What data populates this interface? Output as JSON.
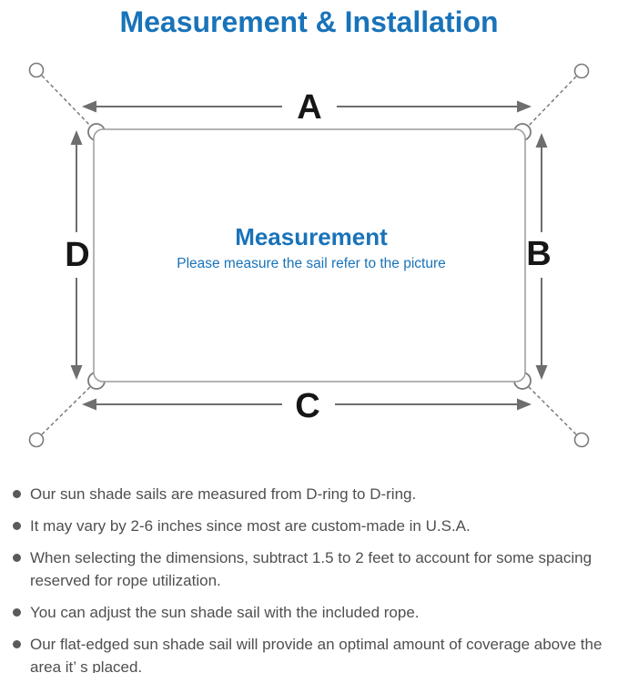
{
  "title": "Measurement & Installation",
  "diagram": {
    "labels": {
      "top": "A",
      "right": "B",
      "bottom": "C",
      "left": "D"
    },
    "center_title": "Measurement",
    "center_subtitle": "Please measure the sail refer to the picture"
  },
  "notes": [
    "Our sun shade sails are measured from D-ring to D-ring.",
    "It may vary by 2-6 inches since most are custom-made in U.S.A.",
    "When selecting the dimensions, subtract 1.5 to 2 feet to account for some spacing reserved for rope utilization.",
    "You can adjust the sun shade sail with the included rope.",
    "Our flat-edged sun shade sail will provide an optimal amount of coverage above the area it’ s placed."
  ],
  "colors": {
    "accent_blue": "#1973b9",
    "arrow_gray": "#6e6e6e",
    "border_gray": "#9c9c9c",
    "ring_gray": "#7a7a7a",
    "text_gray": "#4f4f4f"
  }
}
